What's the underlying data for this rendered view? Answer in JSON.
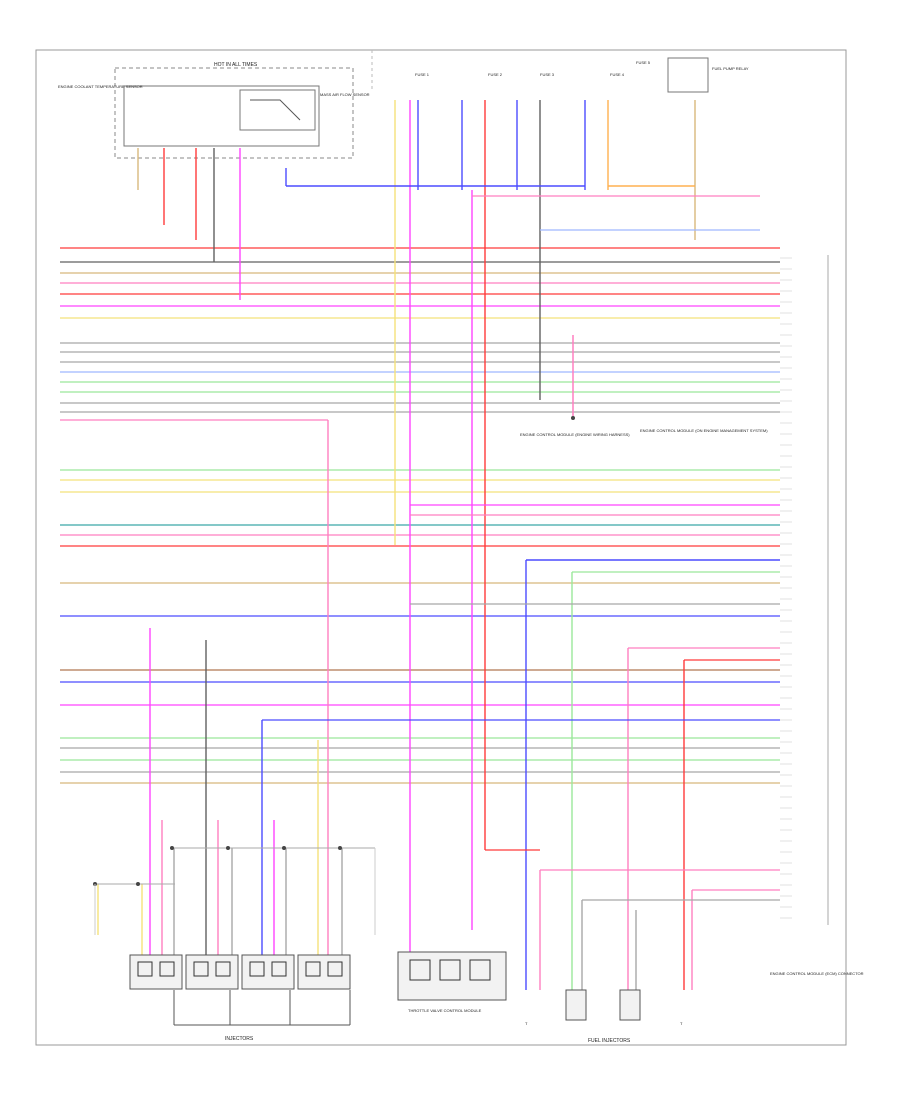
{
  "diagram": {
    "top_box_label": "HOT IN ALL TIMES",
    "bottom_left_label": "INJECTORS",
    "bottom_right_label": "FUEL INJECTORS",
    "page_number": "",
    "left_sensor_text": "ENGINE COOLANT TEMPERATURE SENSOR",
    "maf_text": "MASS AIR FLOW SENSOR",
    "ecm_text": "ENGINE CONTROL MODULE (ON ENGINE MANAGEMENT SYSTEM)",
    "center_note_text": "ENGINE CONTROL MODULE (ENGINE WIRING HARNESS)",
    "fuse_labels": [
      "FUSE 1",
      "FUSE 2",
      "FUSE 3",
      "FUSE 4",
      "FUSE 5"
    ],
    "right_top_label": "FUEL PUMP RELAY",
    "throttle_text": "THROTTLE VALVE CONTROL MODULE",
    "right_bottom_text": "ENGINE CONTROL MODULE (ECM) CONNECTOR",
    "colors": {
      "red": "#ff3b3b",
      "yellow": "#f4e27a",
      "tan": "#d8b87c",
      "pink": "#ff7fc0",
      "magenta": "#ff44ff",
      "blue": "#4c4cff",
      "green": "#9be89b",
      "gray": "#a8a8a8",
      "darkgray": "#606060",
      "orange": "#ffb050",
      "teal": "#3aa6a6",
      "violet": "#a050ff",
      "lightblue": "#9fb8ff",
      "brown": "#b07850"
    }
  }
}
